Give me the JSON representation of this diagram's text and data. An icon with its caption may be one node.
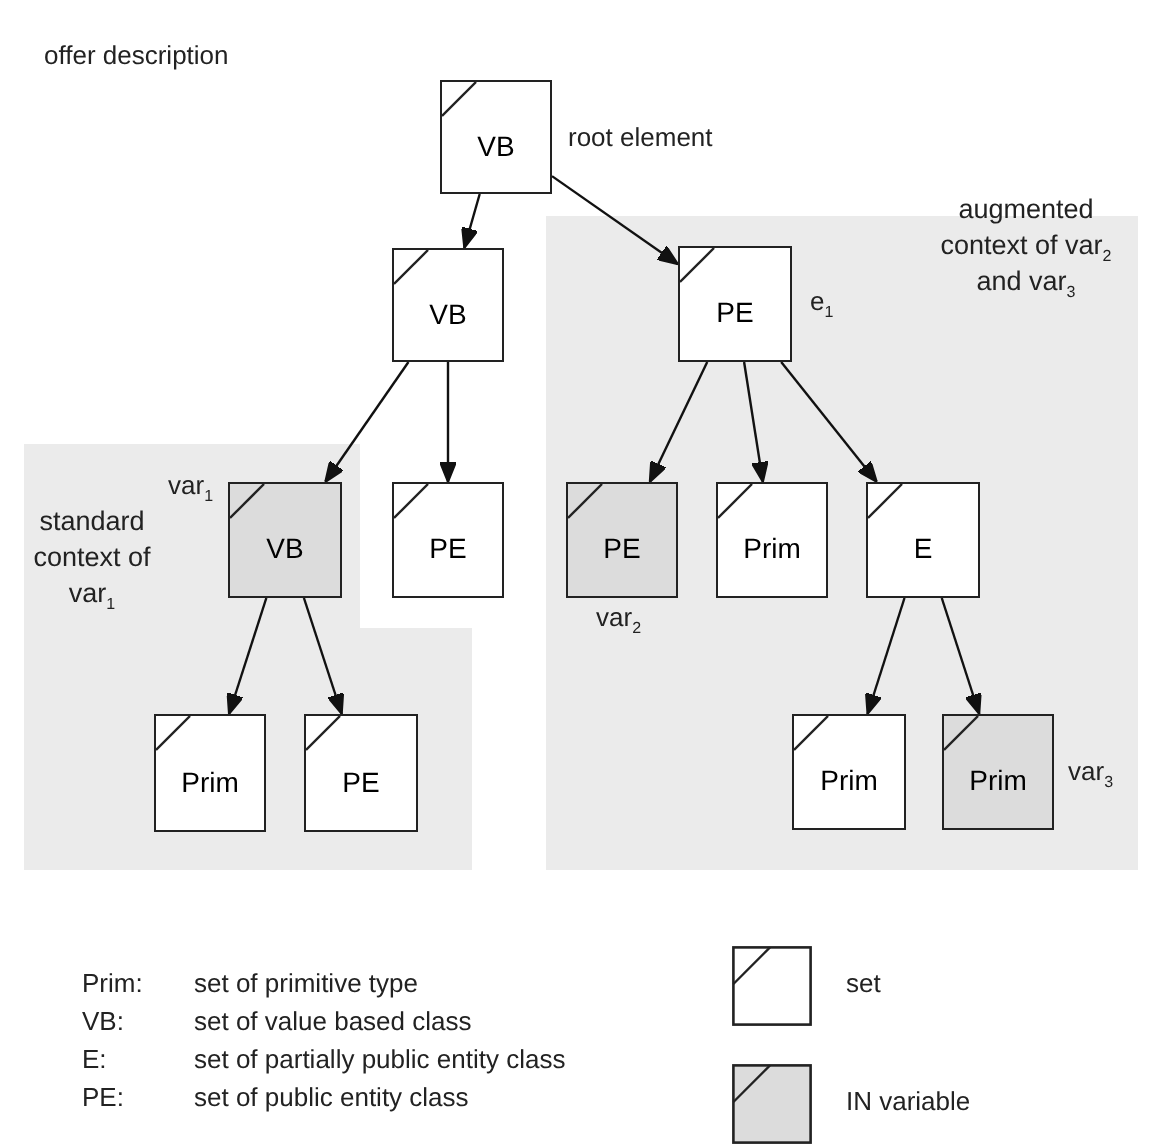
{
  "diagram": {
    "nodes": [
      {
        "text": [
          "VB"
        ],
        "beside": [
          "root element"
        ]
      },
      {
        "text": [
          "VB"
        ]
      },
      {
        "text": [
          "augmented context of var$_{2}$ and var$_{3}$"
        ]
      },
      {
        "text": [
          "PE"
        ],
        "in": 2,
        "beside": [
          "e$_{1}$"
        ]
      },
      {
        "text": [
          "standard context of var$_{1}$"
        ]
      },
      {
        "text": [
          "VB"
        ],
        "in": 4,
        "beside": [
          "var$_{1}$"
        ]
      },
      {
        "text": [
          "PE"
        ]
      },
      {
        "text": [
          "PE"
        ],
        "in": 2,
        "beside": [
          "var$_{2}$"
        ]
      },
      {
        "text": [
          "Prim"
        ],
        "in": 2
      },
      {
        "text": [
          "E"
        ],
        "in": 2
      },
      {
        "text": [
          "Prim"
        ],
        "in": 4
      },
      {
        "text": [
          "PE"
        ],
        "in": 4
      },
      {
        "text": [
          "Prim"
        ],
        "in": 2
      },
      {
        "text": [
          "Prim"
        ],
        "in": 2,
        "beside": [
          "var$_{3}$"
        ]
      }
    ],
    "edges": [
      {
        "from": 0,
        "to": 1,
        "arrow": "to"
      },
      {
        "from": 0,
        "to": 3,
        "arrow": "to"
      },
      {
        "from": 1,
        "to": 5,
        "arrow": "to"
      },
      {
        "from": 1,
        "to": 6,
        "arrow": "to"
      },
      {
        "from": 5,
        "to": 10,
        "arrow": "to"
      },
      {
        "from": 5,
        "to": 11,
        "arrow": "to"
      },
      {
        "from": 3,
        "to": 7,
        "arrow": "to"
      },
      {
        "from": 3,
        "to": 8,
        "arrow": "to"
      },
      {
        "from": 3,
        "to": 9,
        "arrow": "to"
      },
      {
        "from": 9,
        "to": 12,
        "arrow": "to"
      },
      {
        "from": 9,
        "to": 13,
        "arrow": "to"
      }
    ],
    "labels": [
      "offer description",
      "Prim:",
      "set of primitive type",
      "VB:",
      "set of value based class",
      "E:",
      "set of partially public entity class",
      "PE:",
      "set of public entity class"
    ],
    "legend": [
      {
        "text": "set",
        "color": "#ffffff"
      },
      {
        "text": "IN variable",
        "color": "#dcdcdc"
      }
    ]
  }
}
